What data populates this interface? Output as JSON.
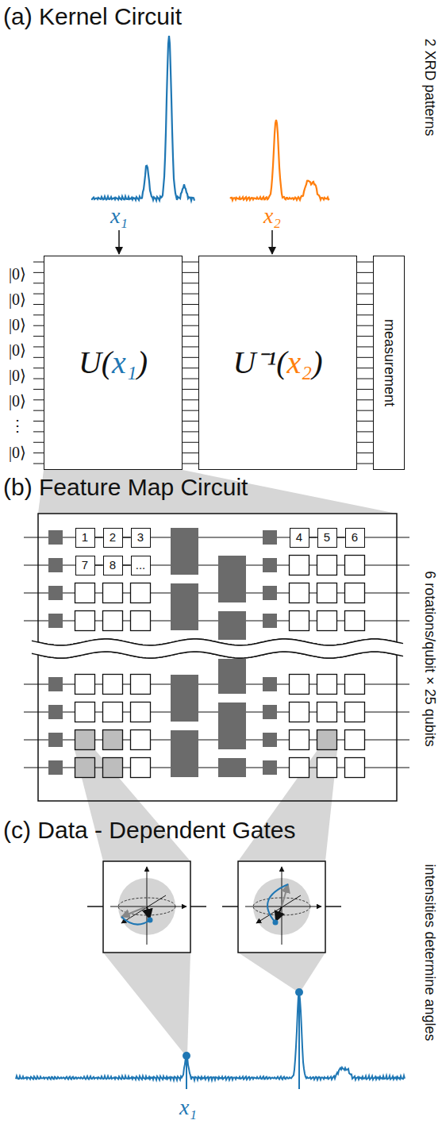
{
  "diagram": {
    "nodes": [
      {
        "text": [
          "U(x₁)"
        ]
      },
      {
        "text": [
          "U⁻¹(x₂)"
        ]
      },
      {
        "text": [
          "measurement"
        ]
      },
      {
        "text": [
          "(b) Feature Map Circuit"
        ]
      },
      {
        "text": [
          "1"
        ],
        "in": 3
      },
      {
        "text": [
          "2"
        ],
        "in": 3
      },
      {
        "text": [
          "3"
        ],
        "in": 3
      },
      {
        "text": [
          "4"
        ],
        "in": 3
      },
      {
        "text": [
          "5"
        ],
        "in": 3
      },
      {
        "text": [
          "6"
        ],
        "in": 3
      },
      {
        "text": [
          "7"
        ],
        "in": 3
      },
      {
        "text": [
          "8"
        ],
        "in": 3
      },
      {
        "text": [
          "..."
        ],
        "in": 3
      }
    ],
    "edges": [
      {
        "from": 0,
        "to": 1,
        "arrow": "none"
      },
      {
        "from": 1,
        "to": 2,
        "arrow": "none"
      },
      {
        "from": 4,
        "to": 5,
        "arrow": "none"
      },
      {
        "from": 5,
        "to": 6,
        "arrow": "none"
      },
      {
        "from": 7,
        "to": 8,
        "arrow": "none"
      },
      {
        "from": 8,
        "to": 9,
        "arrow": "none"
      },
      {
        "from": 10,
        "to": 11,
        "arrow": "none"
      },
      {
        "from": 11,
        "to": 12,
        "arrow": "none"
      }
    ],
    "labels": [
      "(a) Kernel Circuit",
      "2 XRD patterns",
      "x₁",
      "x₂",
      "|0⟩",
      "|0⟩",
      "|0⟩",
      "|0⟩",
      "|0⟩",
      "|0⟩",
      "⋮",
      "|0⟩",
      "6 rotations/qubit × 25 qubits",
      "(c) Data - Dependent Gates",
      "intensities determine angles",
      "x₁"
    ]
  }
}
